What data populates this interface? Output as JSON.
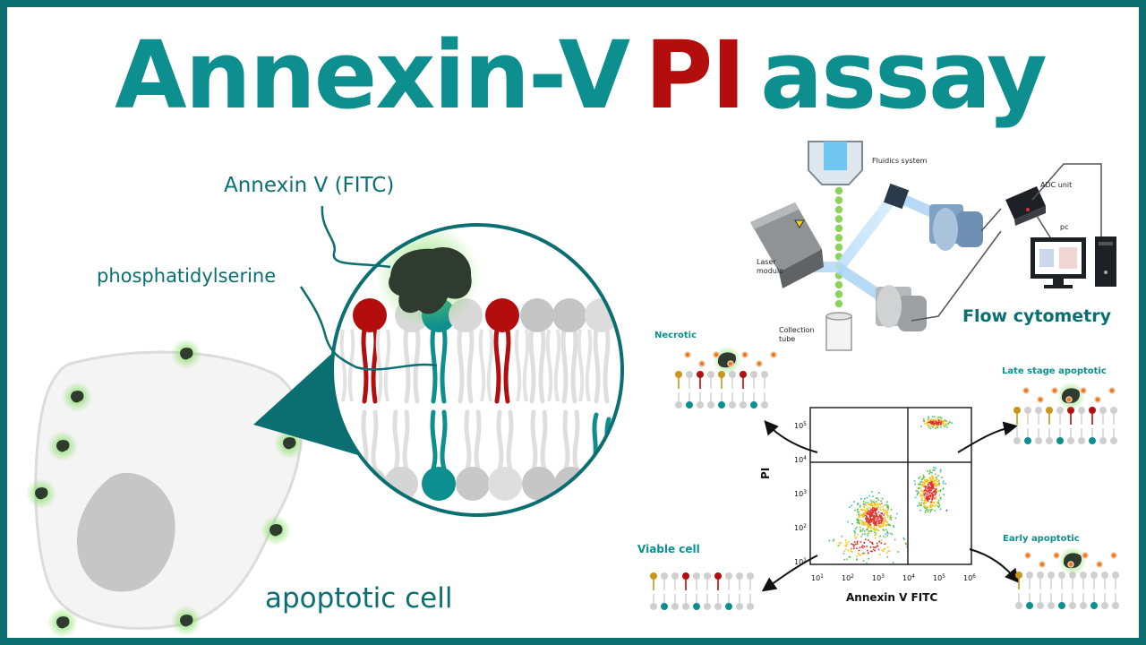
{
  "title": {
    "part1": "Annexin-V",
    "part2": "PI",
    "part3": "assay"
  },
  "labels": {
    "annexin": "Annexin V (FITC)",
    "ps": "phosphatidylserine",
    "apoptotic_cell": "apoptotic cell",
    "fluidics": "Fluidics system",
    "adc": "ADC unit",
    "pc": "pc",
    "laser_line1": "Laser",
    "laser_line2": "module",
    "tube_line1": "Collection",
    "tube_line2": "tube",
    "flow_cytometry": "Flow cytometry",
    "necrotic": "Necrotic",
    "late_apoptotic": "Late stage apoptotic",
    "early_apoptotic": "Early apoptotic",
    "viable": "Viable cell"
  },
  "plot": {
    "xlabel": "Annexin V FITC",
    "ylabel": "PI",
    "x_tick_exponents": [
      "1",
      "2",
      "3",
      "4",
      "5",
      "6"
    ],
    "y_tick_exponents": [
      "1",
      "2",
      "3",
      "4",
      "5"
    ],
    "tick_base": "10"
  },
  "colors": {
    "teal": "#0e8f8f",
    "dark_teal": "#0b6f72",
    "red": "#b30d0d",
    "annexin_green": "#2f3b2f",
    "glow": "#7ddc5a"
  }
}
